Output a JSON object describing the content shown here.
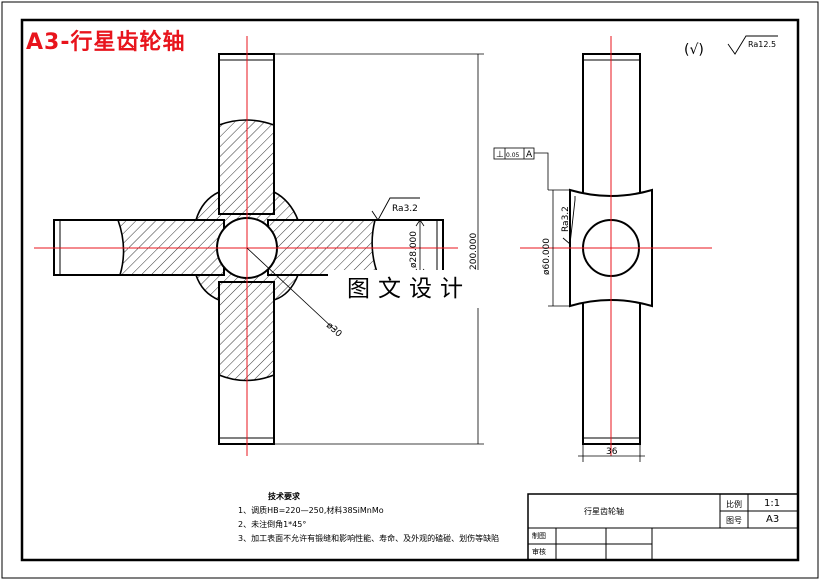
{
  "sheet_title": "A3-行星齿轮轴",
  "watermark": "图文设计",
  "surface_finish": {
    "general_symbol": "(√)",
    "general_value": "Ra12.5",
    "front_value": "Ra3.2",
    "side_value": "Ra3.2"
  },
  "dimensions": {
    "shaft_diameter": "ø28.000",
    "overall_length": "200.000",
    "hole_diameter": "ø30",
    "hub_diameter": "ø60.000",
    "side_width": "36"
  },
  "tolerance_frame": {
    "symbol": "⊥",
    "value": "0.05",
    "datum": "A"
  },
  "technical_requirements": {
    "heading": "技术要求",
    "items": [
      "1、调质HB=220—250,材料38SiMnMo",
      "2、未注倒角1*45°",
      "3、加工表面不允许有锻缝和影响性能、寿命、及外观的磕碰、划伤等缺陷"
    ]
  },
  "title_block": {
    "part_name": "行星齿轮轴",
    "scale_label": "比例",
    "scale_value": "1:1",
    "format_label": "图号",
    "format_value": "A3",
    "drawn_label": "制图",
    "check_label": "审核"
  },
  "colors": {
    "centerline": "#e8141c",
    "title": "#e8141c",
    "line": "#000000"
  }
}
